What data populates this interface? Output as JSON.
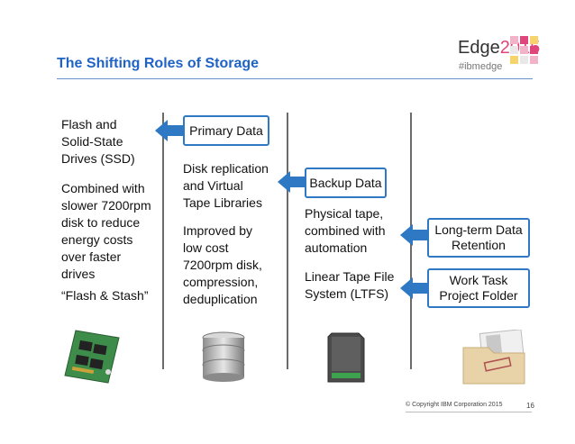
{
  "slide": {
    "title": "The Shifting Roles of Storage",
    "brand_name": "Edge",
    "brand_year": "2015",
    "hashtag": "#ibmedge",
    "copyright": "© Copyright IBM Corporation 2015",
    "page_number": "16"
  },
  "boxes": {
    "primary": "Primary Data",
    "backup": "Backup Data",
    "longterm": "Long-term Data\nRetention",
    "worktask": "Work Task\nProject Folder"
  },
  "columns": {
    "col1_text1": "Flash and\nSolid-State\nDrives (SSD)",
    "col1_text2": "Combined with\nslower 7200rpm\ndisk to reduce\nenergy costs\nover faster\ndrives",
    "col1_text3": "“Flash & Stash”",
    "col2_text1": "Disk replication\nand Virtual\nTape Libraries",
    "col2_text2": "Improved by\nlow cost\n7200rpm disk,\ncompression,\ndeduplication",
    "col3_text1": "Physical tape,\ncombined with\nautomation",
    "col3_text2": "Linear Tape File\nSystem (LTFS)"
  },
  "icons": [
    "ssd-chip-icon",
    "disk-stack-icon",
    "tape-cartridge-icon",
    "project-folder-icon"
  ],
  "colors": {
    "title": "#1f63c6",
    "arrow": "#2f78c4",
    "box_border": "#2f78c4",
    "brand_accent": "#e0457b"
  }
}
